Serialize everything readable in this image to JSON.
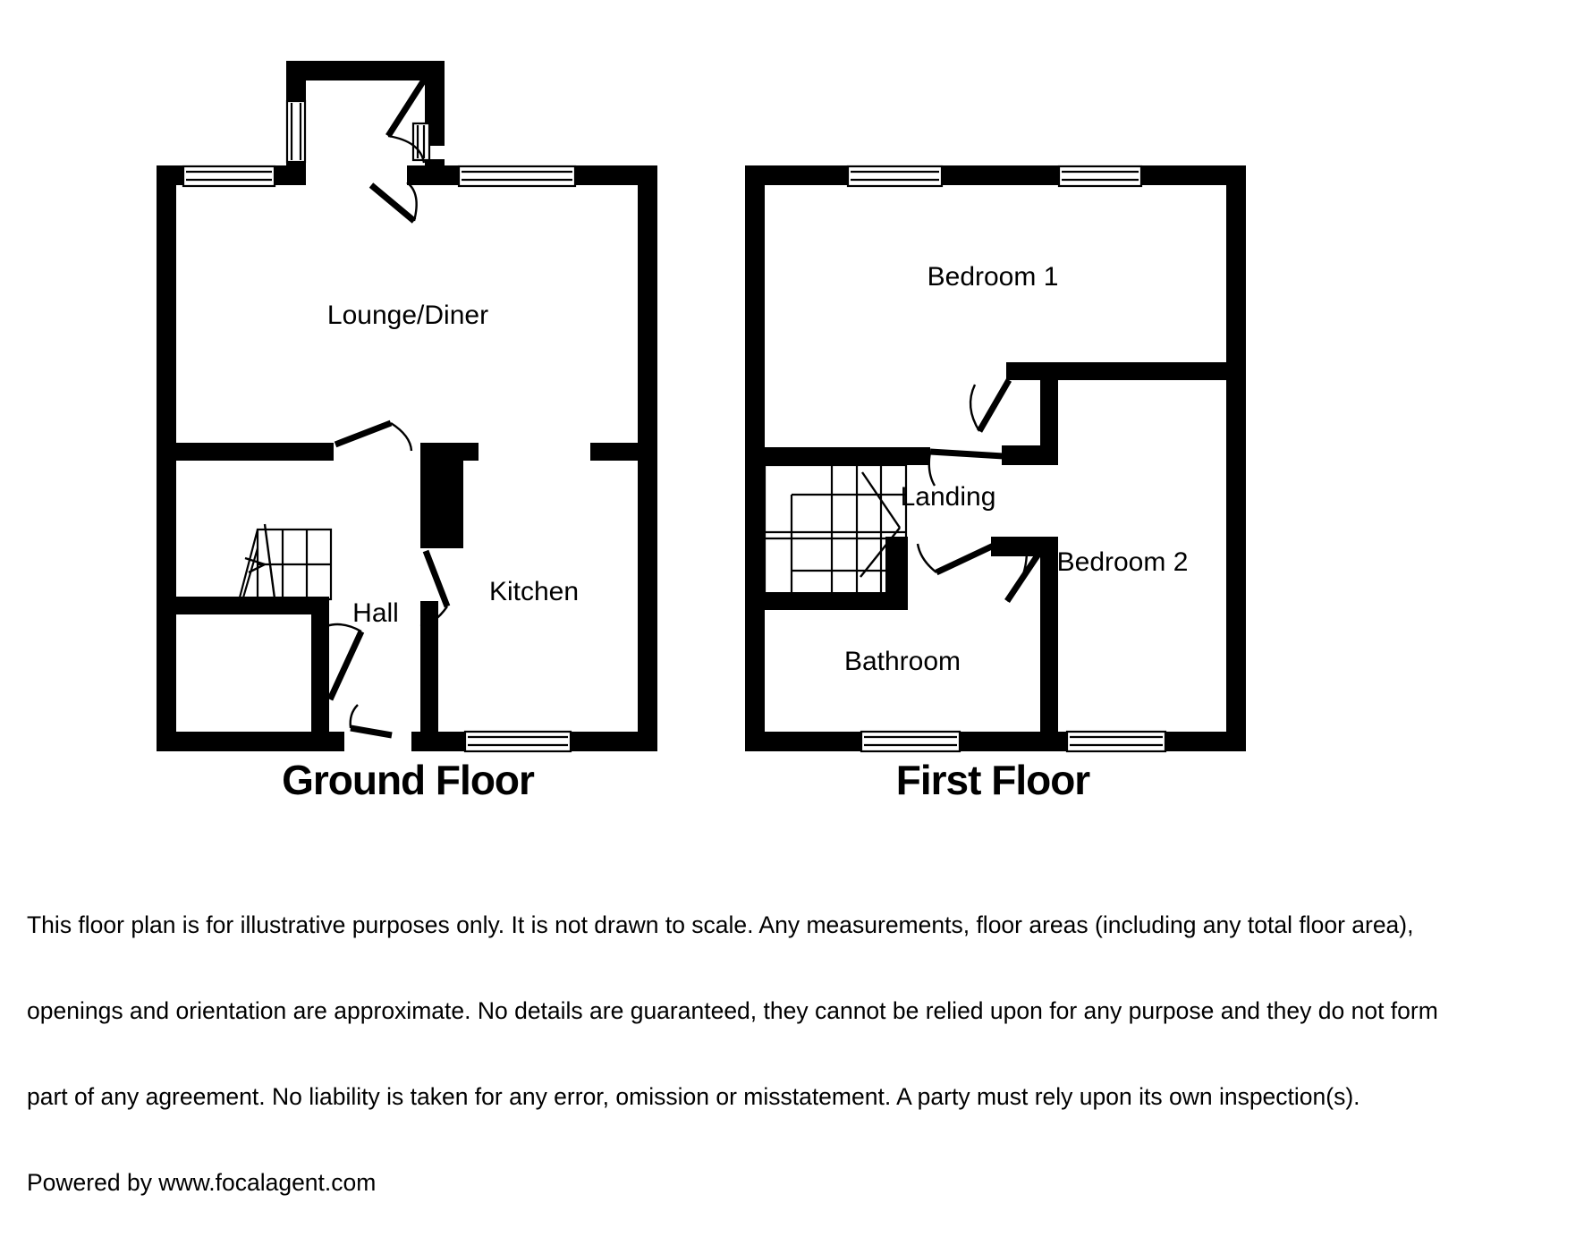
{
  "document": {
    "type": "floor-plan",
    "background_color": "#ffffff",
    "ink_color": "#000000"
  },
  "floors": [
    {
      "id": "ground",
      "title": "Ground Floor",
      "rooms": [
        {
          "name": "Lounge/Diner",
          "label": "Lounge/Diner"
        },
        {
          "name": "Kitchen",
          "label": "Kitchen"
        },
        {
          "name": "Hall",
          "label": "Hall"
        }
      ],
      "features": {
        "stairs": "staircase-up",
        "porch": "entrance-porch",
        "windows": 4,
        "doors": 5
      }
    },
    {
      "id": "first",
      "title": "First Floor",
      "rooms": [
        {
          "name": "Bedroom 1",
          "label": "Bedroom 1"
        },
        {
          "name": "Bedroom 2",
          "label": "Bedroom 2"
        },
        {
          "name": "Bathroom",
          "label": "Bathroom"
        },
        {
          "name": "Landing",
          "label": "Landing"
        }
      ],
      "features": {
        "stairs": "staircase-down",
        "windows": 4,
        "doors": 3
      }
    }
  ],
  "labels": {
    "lounge_diner": "Lounge/Diner",
    "kitchen": "Kitchen",
    "hall": "Hall",
    "bedroom1": "Bedroom 1",
    "bedroom2": "Bedroom 2",
    "bathroom": "Bathroom",
    "landing": "Landing",
    "ground_floor": "Ground Floor",
    "first_floor": "First Floor"
  },
  "disclaimer": {
    "line1": "This floor plan is for illustrative purposes only. It is not drawn to scale. Any measurements, floor areas (including any total floor area),",
    "line2": "openings and orientation are approximate. No details are guaranteed, they cannot be relied upon for any purpose and they do not form",
    "line3": "part of any agreement. No liability is taken for any error, omission or misstatement. A party must rely upon its own inspection(s).",
    "line4": "Powered by www.focalagent.com"
  }
}
